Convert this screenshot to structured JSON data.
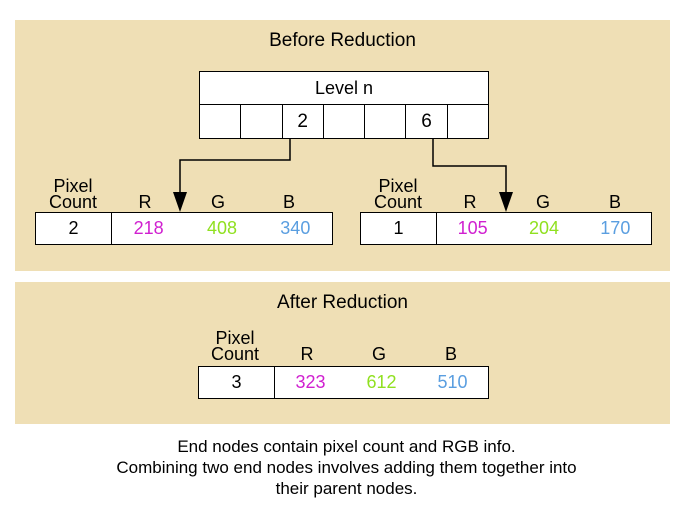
{
  "before": {
    "title": "Before Reduction",
    "level_label": "Level n",
    "slots": [
      "",
      "",
      "2",
      "",
      "",
      "6",
      ""
    ],
    "nodes": [
      {
        "pixel_label_1": "Pixel",
        "pixel_label_2": "Count",
        "r_label": "R",
        "g_label": "G",
        "b_label": "B",
        "count": "2",
        "r": "218",
        "g": "408",
        "b": "340"
      },
      {
        "pixel_label_1": "Pixel",
        "pixel_label_2": "Count",
        "r_label": "R",
        "g_label": "G",
        "b_label": "B",
        "count": "1",
        "r": "105",
        "g": "204",
        "b": "170"
      }
    ]
  },
  "after": {
    "title": "After Reduction",
    "node": {
      "pixel_label_1": "Pixel",
      "pixel_label_2": "Count",
      "r_label": "R",
      "g_label": "G",
      "b_label": "B",
      "count": "3",
      "r": "323",
      "g": "612",
      "b": "510"
    }
  },
  "caption": [
    "End nodes contain pixel count and RGB info.",
    "Combining two end nodes involves adding them together into",
    "their parent nodes."
  ],
  "colors": {
    "panel": "#efdfb5",
    "r": "#d020d0",
    "g": "#90e020",
    "b": "#5a9ee0"
  }
}
